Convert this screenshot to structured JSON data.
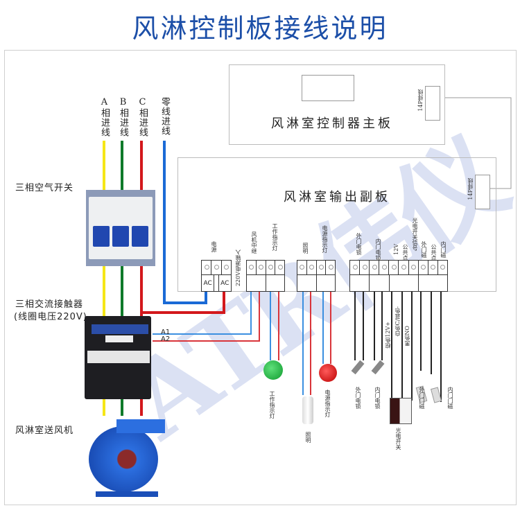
{
  "title": "风淋控制板接线说明",
  "watermark": "ATR伟仪",
  "input_wires": [
    {
      "label": "A相进线",
      "color": "#f5e616"
    },
    {
      "label": "B相进线",
      "color": "#0f7a2a"
    },
    {
      "label": "C相进线",
      "color": "#d3181c"
    },
    {
      "label": "零线进线",
      "color": "#1a6ad6"
    }
  ],
  "components": {
    "breaker": "三相空气开关",
    "contactor_line1": "三相交流接触器",
    "contactor_line2": "(线圈电压220V)",
    "fan": "风淋室送风机",
    "coil_a1": "A1",
    "coil_a2": "A2"
  },
  "main_board": {
    "title": "风淋室控制器主板",
    "connector": "14P排线"
  },
  "output_board": {
    "title": "风淋室输出副板",
    "connector": "14P排线",
    "power_label": "电源",
    "power_input_label": "220V电源输入",
    "ac_left": "AC",
    "ac_right": "AC",
    "terminals": [
      {
        "label": "风机中继"
      },
      {
        "label": "工作指示灯"
      },
      {
        "label": "照明"
      },
      {
        "label": "电源指示灯"
      },
      {
        "label": "外门电锁"
      },
      {
        "label": "内门电锁"
      },
      {
        "label": "12V"
      },
      {
        "label": "公共点"
      },
      {
        "label": "光电开关信号"
      },
      {
        "label": "外门磁"
      },
      {
        "label": "公共点"
      },
      {
        "label": "内门磁"
      }
    ]
  },
  "devices": {
    "work_lamp": "工作指示灯",
    "lighting": "照明",
    "power_lamp": "电源指示灯",
    "outer_lock": "外门电锁",
    "inner_lock": "内门电锁",
    "sensor_wire_1": "棕色12V+",
    "sensor_wire_2": "白色C/蓝色-",
    "sensor_wire_3": "黑色NO",
    "photo_switch": "光电开关",
    "outer_magnet": "外门门磁",
    "inner_magnet": "内门门磁"
  },
  "colors": {
    "title": "#1c4fa8",
    "phase_a": "#f5e616",
    "phase_b": "#0f7a2a",
    "phase_c": "#d3181c",
    "neutral": "#1a6ad6",
    "signal_blue": "#3b8fe0",
    "signal_red": "#d9343a"
  }
}
